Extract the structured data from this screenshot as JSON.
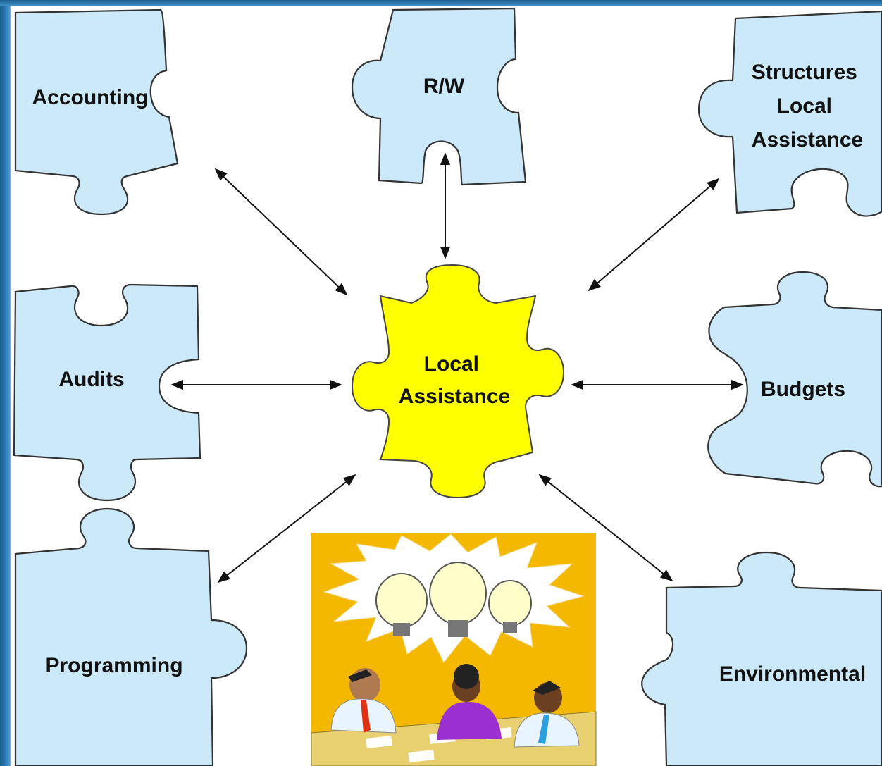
{
  "nodes": {
    "center": [
      "Local",
      "Assistance"
    ],
    "accounting": "Accounting",
    "rw": "R/W",
    "structures": [
      "Structures",
      "Local",
      "Assistance"
    ],
    "audits": "Audits",
    "budgets": "Budgets",
    "programming": "Programming",
    "environmental": "Environmental"
  },
  "colors": {
    "puzzle_fill": "#cce9fa",
    "center_fill": "#ffff00",
    "clipart_background": "#f5b800"
  },
  "illustration": "meeting-lightbulbs-clipart"
}
